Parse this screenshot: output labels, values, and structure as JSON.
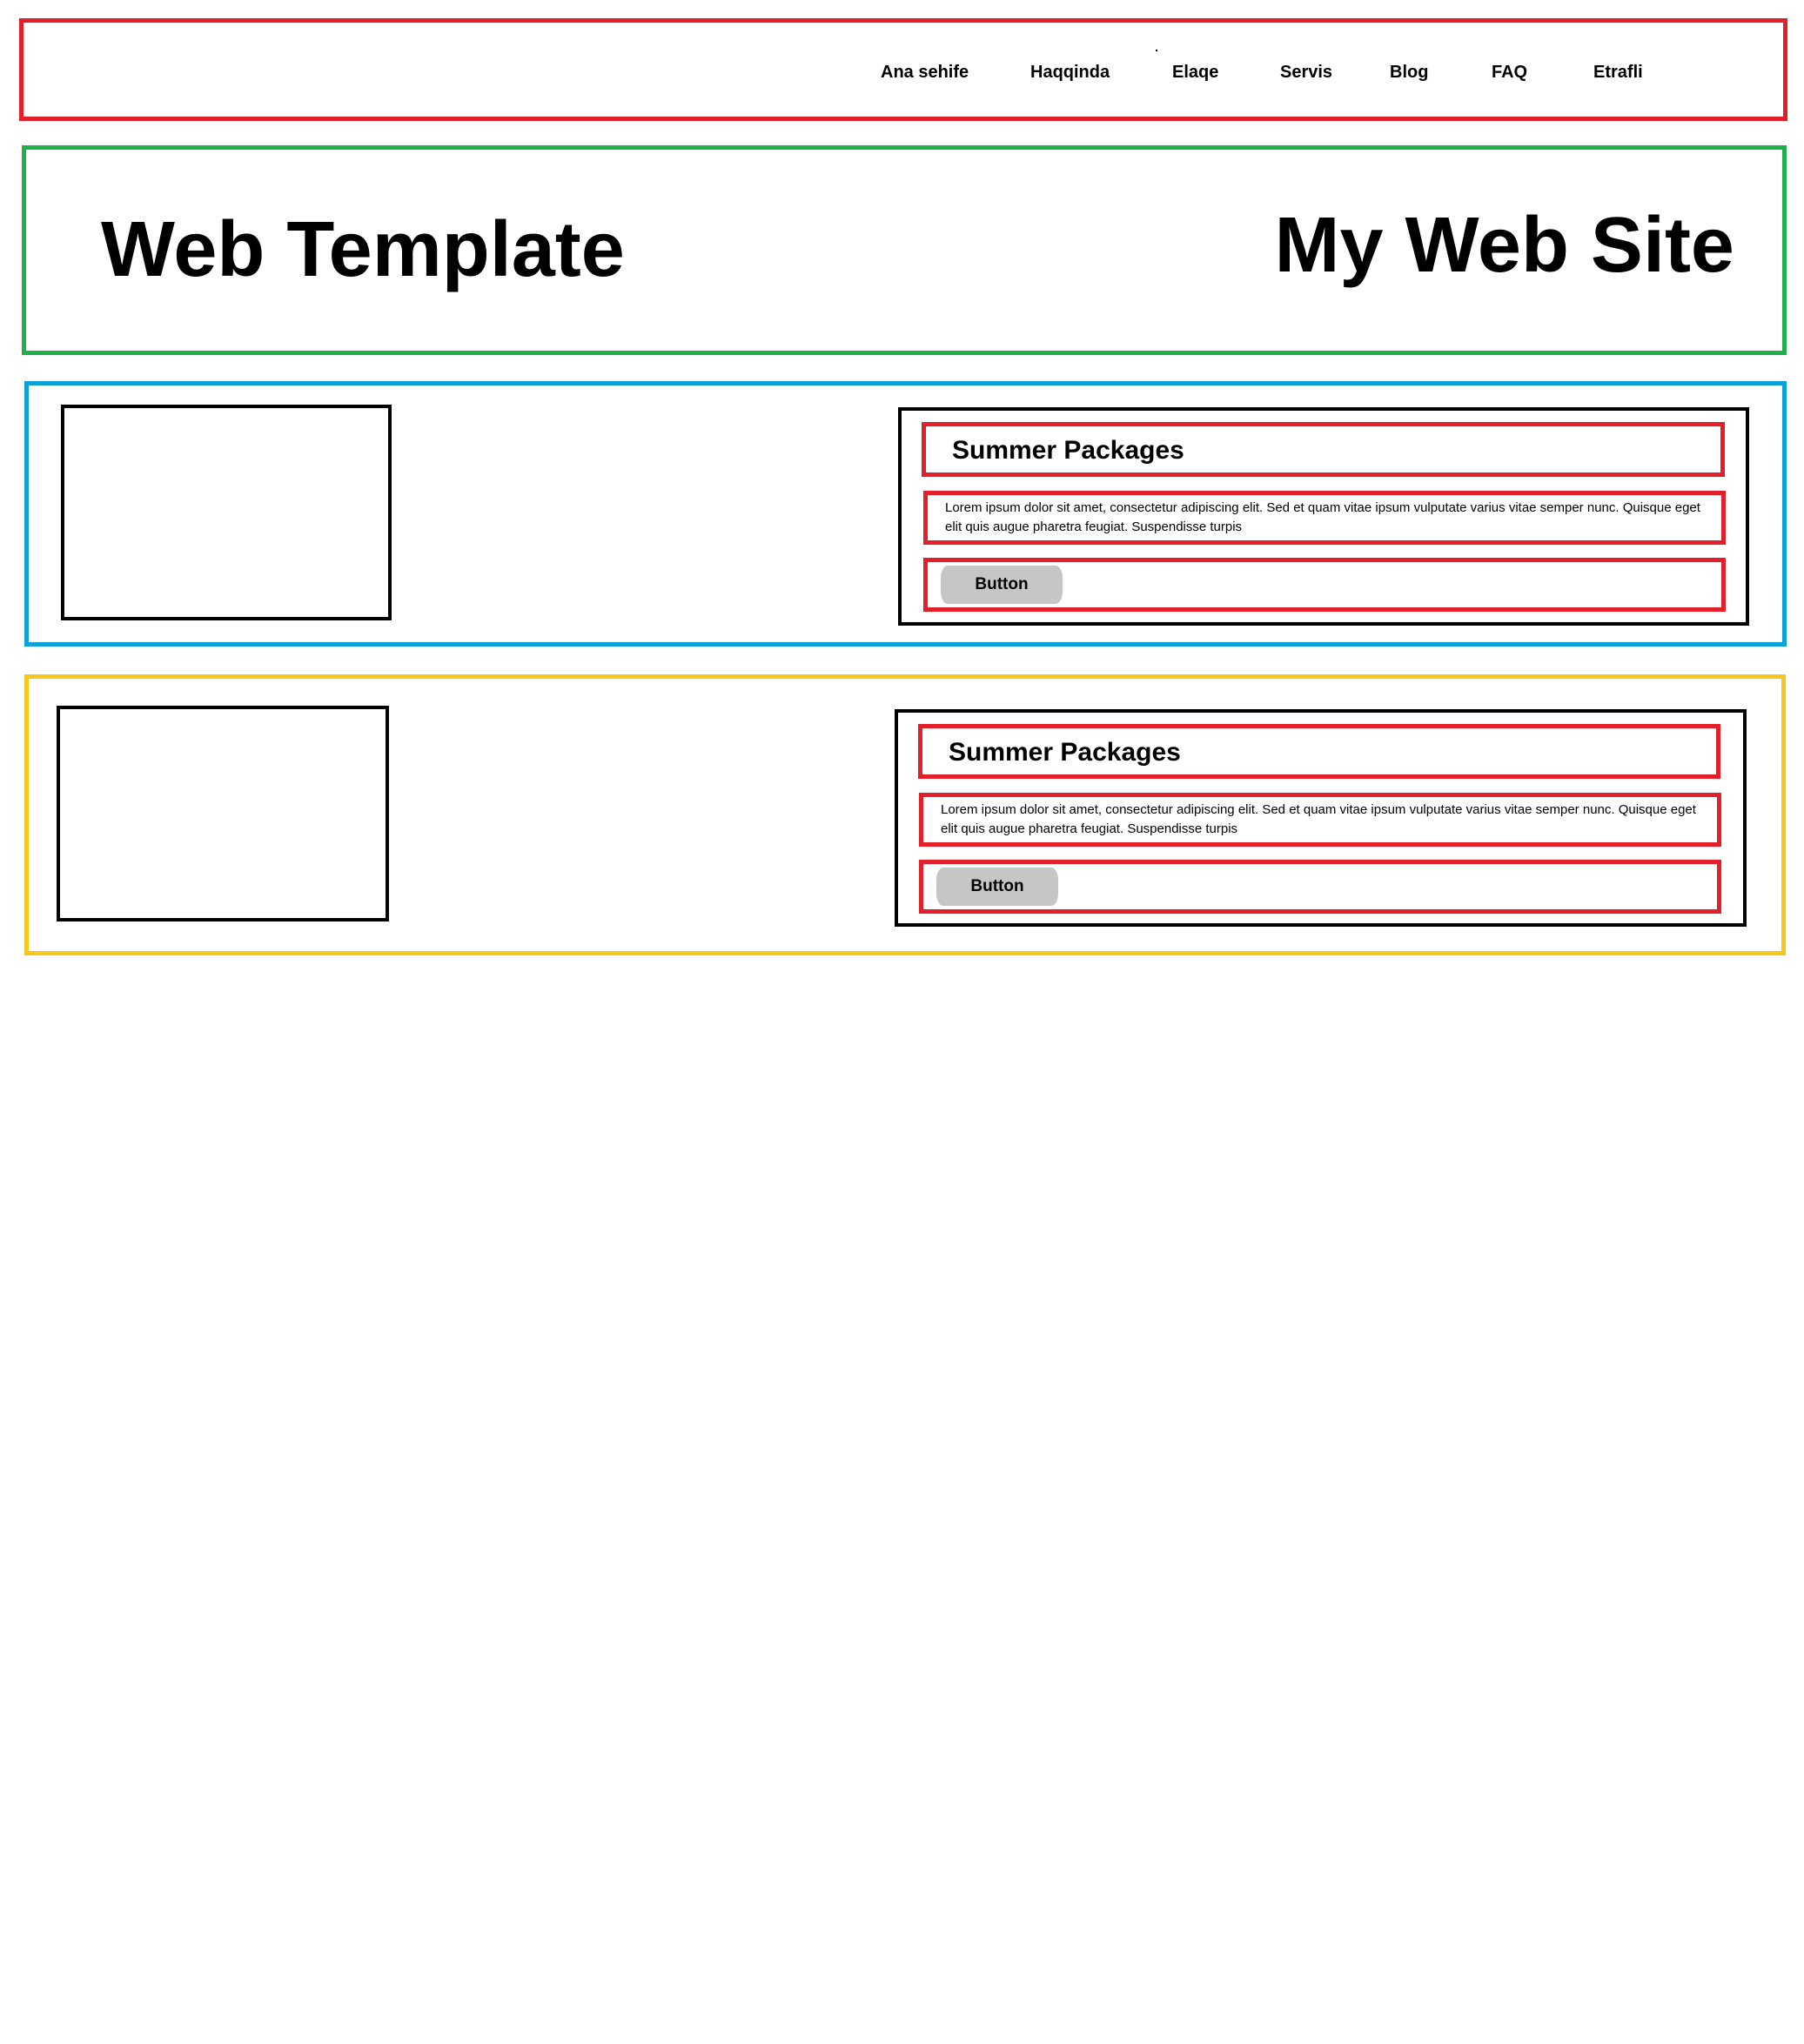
{
  "nav": {
    "items": [
      {
        "label": "Ana sehife"
      },
      {
        "label": "Haqqinda"
      },
      {
        "label": "Elaqe"
      },
      {
        "label": "Servis"
      },
      {
        "label": "Blog"
      },
      {
        "label": "FAQ"
      },
      {
        "label": "Etrafli"
      }
    ]
  },
  "header": {
    "left_title": "Web Template",
    "right_title": "My Web Site"
  },
  "rows": [
    {
      "card": {
        "title": "Summer Packages",
        "text": "Lorem ipsum dolor sit amet, consectetur adipiscing elit. Sed et quam vitae ipsum vulputate varius vitae semper nunc. Quisque eget elit quis augue pharetra feugiat. Suspendisse turpis",
        "button_label": "Button"
      }
    },
    {
      "card": {
        "title": "Summer Packages",
        "text": "Lorem ipsum dolor sit amet, consectetur adipiscing elit. Sed et quam vitae ipsum vulputate varius vitae semper nunc. Quisque eget elit quis augue pharetra feugiat. Suspendisse turpis",
        "button_label": "Button"
      }
    }
  ],
  "colors": {
    "nav_border": "#e3202a",
    "header_border": "#1fb04c",
    "row1_border": "#0aa0d8",
    "row2_border": "#f7c81a",
    "inner_border": "#e3202a",
    "button_bg": "#c6c6c6"
  }
}
